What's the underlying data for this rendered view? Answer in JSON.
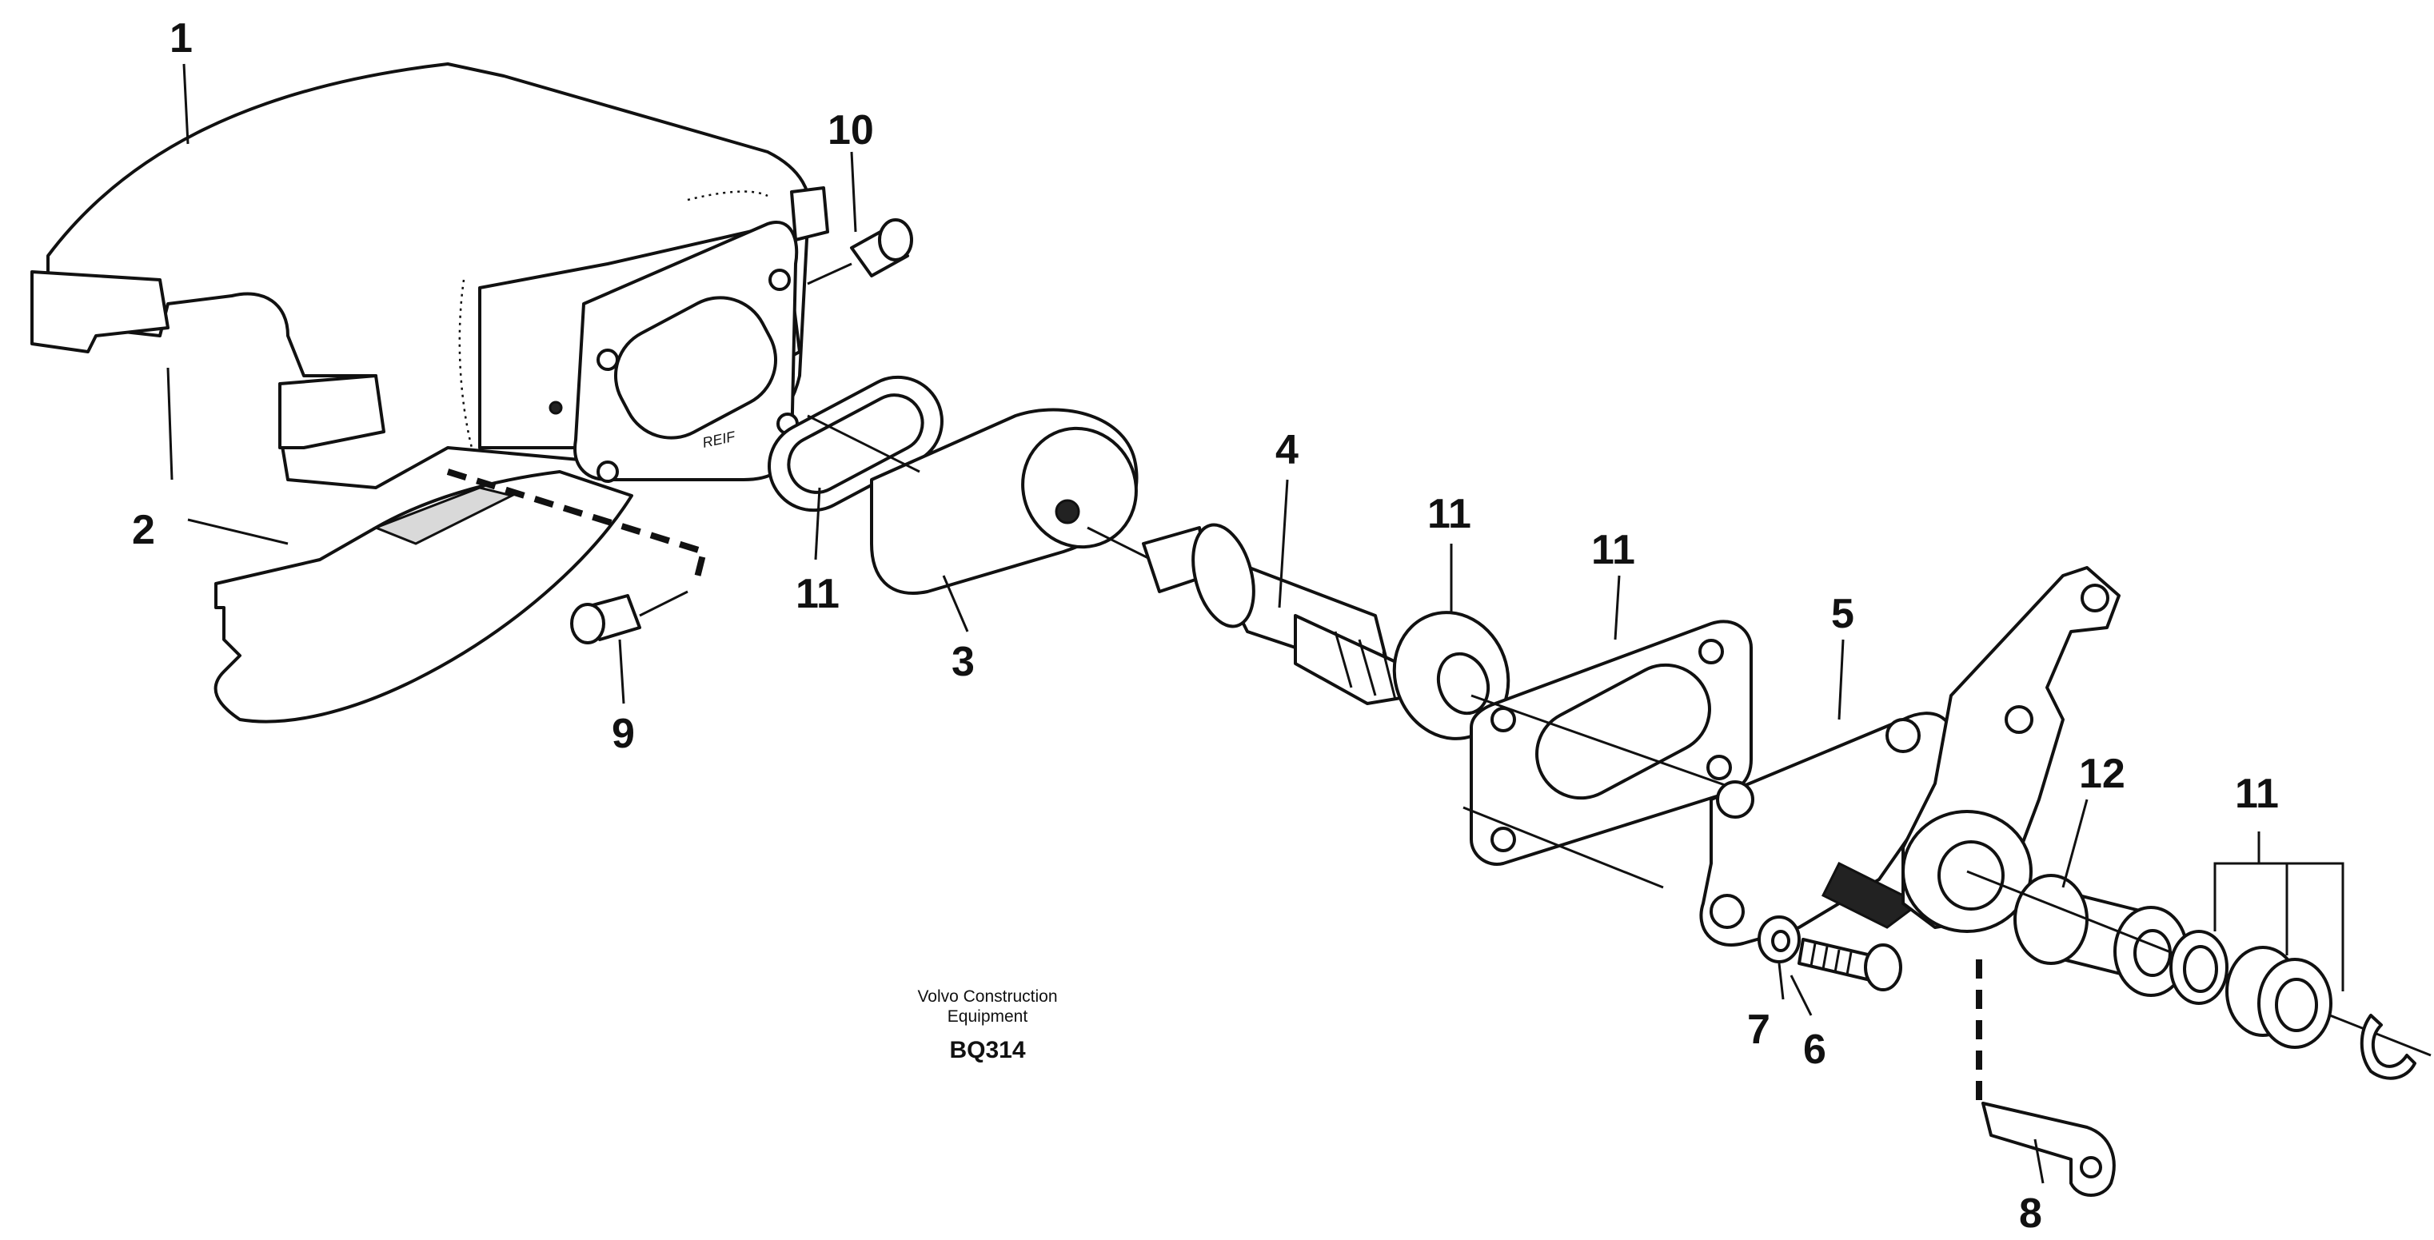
{
  "diagram": {
    "callouts": [
      {
        "id": "1",
        "label": "1"
      },
      {
        "id": "2",
        "label": "2"
      },
      {
        "id": "3",
        "label": "3"
      },
      {
        "id": "4",
        "label": "4"
      },
      {
        "id": "5",
        "label": "5"
      },
      {
        "id": "6",
        "label": "6"
      },
      {
        "id": "7",
        "label": "7"
      },
      {
        "id": "8",
        "label": "8"
      },
      {
        "id": "9",
        "label": "9"
      },
      {
        "id": "10",
        "label": "10"
      },
      {
        "id": "11a",
        "label": "11"
      },
      {
        "id": "11b",
        "label": "11"
      },
      {
        "id": "11c",
        "label": "11"
      },
      {
        "id": "11d",
        "label": "11"
      },
      {
        "id": "12",
        "label": "12"
      }
    ],
    "housing_stamp": "REIF",
    "caption": {
      "line1": "Volvo Construction",
      "line2": "Equipment",
      "code": "BQ314"
    }
  }
}
